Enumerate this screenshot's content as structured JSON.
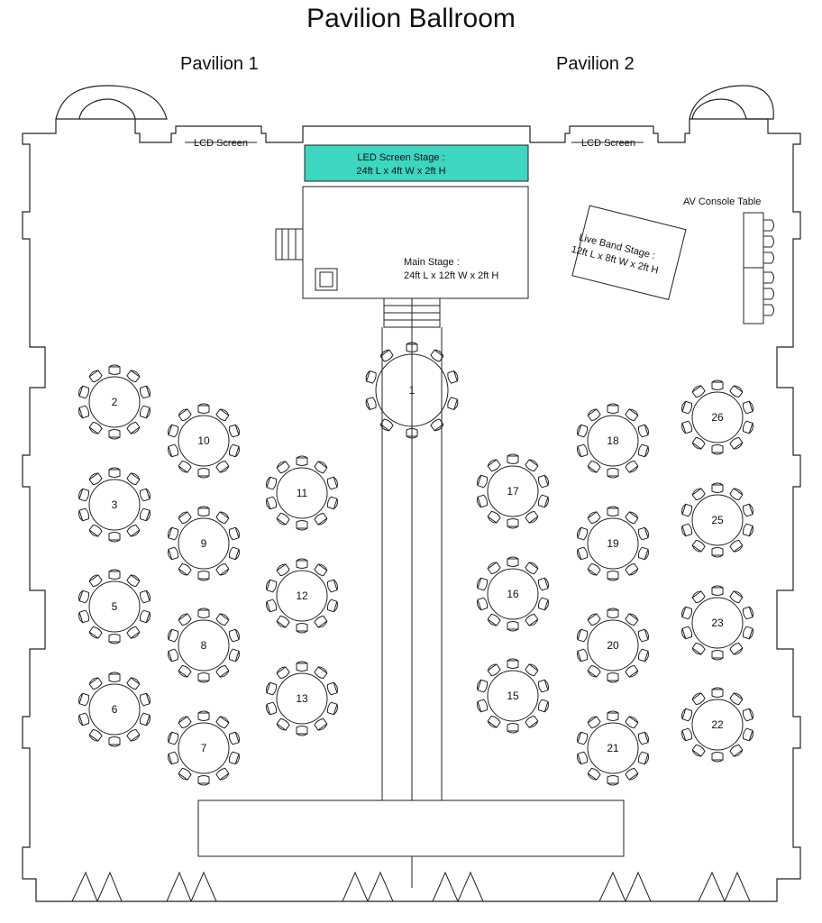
{
  "title": "Pavilion Ballroom",
  "pavilions": [
    "Pavilion 1",
    "Pavilion 2"
  ],
  "lcd_screens": [
    "LCD Screen",
    "LCD Screen"
  ],
  "led_stage": {
    "line1": "LED Screen Stage :",
    "line2": "24ft L x 4ft W x 2ft H",
    "color": "#3dd6c0"
  },
  "main_stage": {
    "line1": "Main Stage :",
    "line2": "24ft L x 12ft W x 2ft H"
  },
  "band_stage": {
    "line1": "Live Band Stage :",
    "line2": "12ft L x 8ft W x 2ft H"
  },
  "av_console": "AV Console Table",
  "tables": [
    "1",
    "2",
    "3",
    "5",
    "6",
    "7",
    "8",
    "9",
    "10",
    "11",
    "12",
    "13",
    "15",
    "16",
    "17",
    "18",
    "19",
    "20",
    "21",
    "22",
    "23",
    "25",
    "26"
  ]
}
